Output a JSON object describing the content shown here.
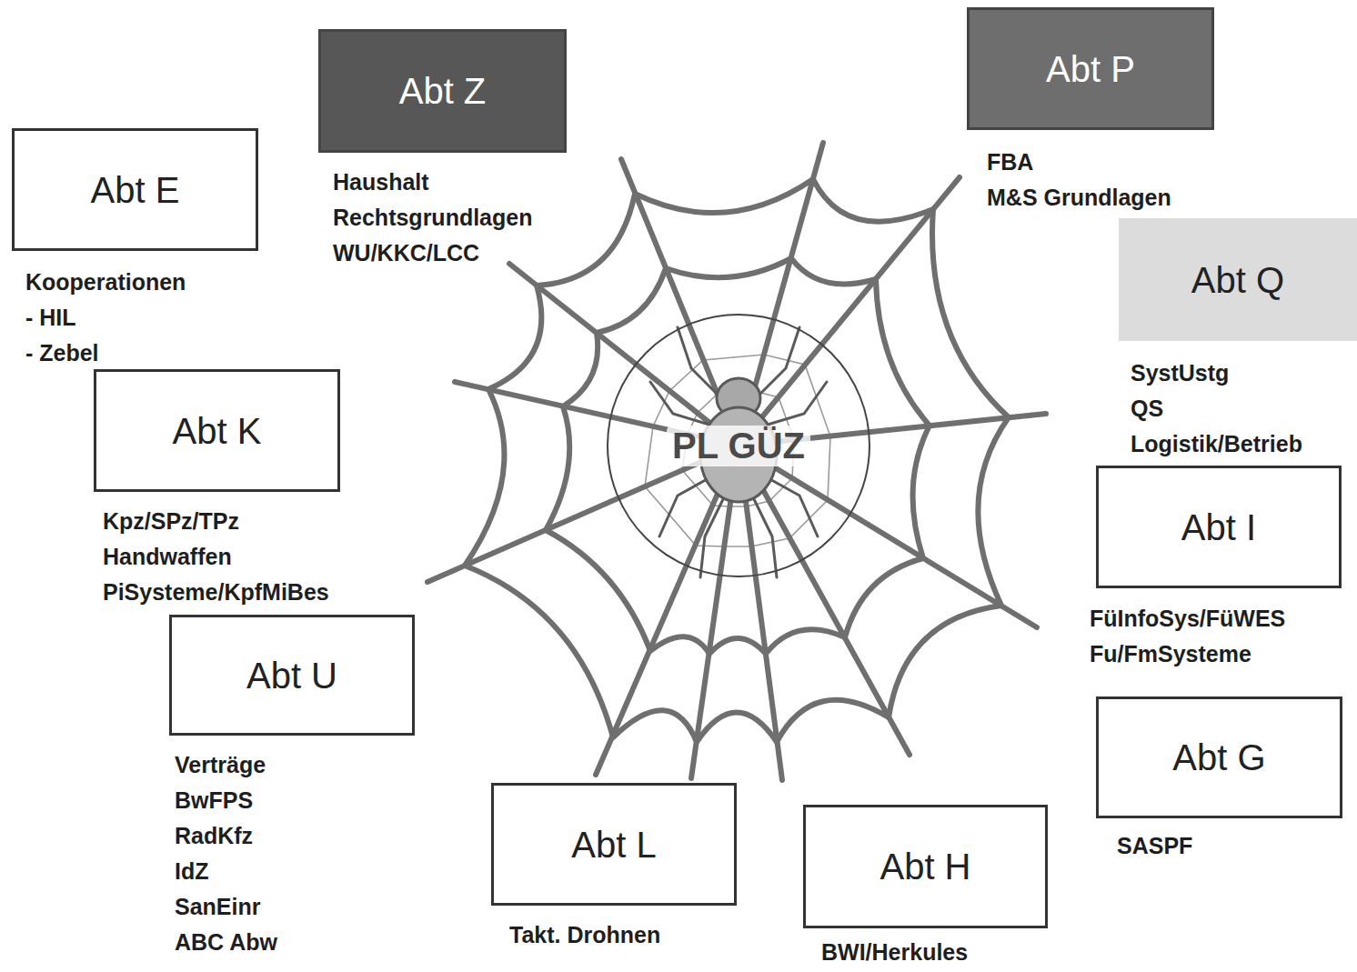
{
  "diagram": {
    "nodes": [
      {
        "text": [
          "Abt Z",
          "Haushalt",
          "Rechtsgrundlagen",
          "WU/KKC/LCC"
        ]
      },
      {
        "text": [
          "Abt P",
          "FBA",
          "M&S Grundlagen"
        ]
      },
      {
        "text": [
          "Abt E",
          "Kooperationen",
          "- HIL",
          "- Zebel"
        ]
      },
      {
        "text": [
          "Abt Q",
          "SystUstg",
          "QS",
          "Logistik/Betrieb"
        ]
      },
      {
        "text": [
          "Abt K",
          "Kpz/SPz/TPz",
          "Handwaffen",
          "PiSysteme/KpfMiBes"
        ]
      },
      {
        "text": [
          "PL GÜZ"
        ]
      },
      {
        "text": [
          "Abt I",
          "FüInfoSys/FüWES",
          "Fu/FmSysteme"
        ]
      },
      {
        "text": [
          "Abt U",
          "Verträge",
          "BwFPS",
          "RadKfz",
          "IdZ",
          "SanEinr",
          "ABC Abw"
        ]
      },
      {
        "text": [
          "Abt G",
          "SASPF"
        ]
      },
      {
        "text": [
          "Abt L",
          "Takt. Drohnen"
        ]
      },
      {
        "text": [
          "Abt H",
          "BWI/Herkules"
        ]
      }
    ]
  }
}
